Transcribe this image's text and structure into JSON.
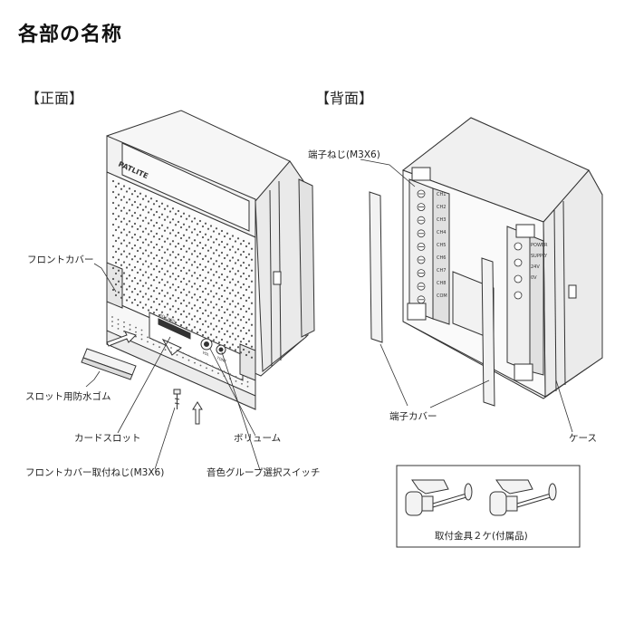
{
  "title": "各部の名称",
  "front": {
    "heading": "【正面】",
    "brand": "PATLITE",
    "labels": {
      "front_cover": "フロントカバー",
      "slot_rubber": "スロット用防水ゴム",
      "card_slot": "カードスロット",
      "cover_screw": "フロントカバー取付ねじ(M3X6)",
      "volume": "ボリューム",
      "tone_switch": "音色グループ選択スイッチ"
    },
    "panel_text": {
      "card": "SD CARD",
      "tone": "TONE",
      "vol": "VOL"
    }
  },
  "back": {
    "heading": "【背面】",
    "labels": {
      "terminal_screw": "端子ねじ(M3X6)",
      "terminal_cover": "端子カバー",
      "case": "ケース",
      "mounting": "取付金具２ケ(付属品)"
    },
    "terminals": [
      "CH1",
      "CH2",
      "CH3",
      "CH4",
      "CH5",
      "CH6",
      "CH7",
      "CH8",
      "COM"
    ],
    "power": [
      "POWER",
      "SUPPLY",
      "24V",
      "0V"
    ]
  },
  "colors": {
    "line": "#333333",
    "fill": "#f4f4f4",
    "shade": "#dcdcdc"
  }
}
